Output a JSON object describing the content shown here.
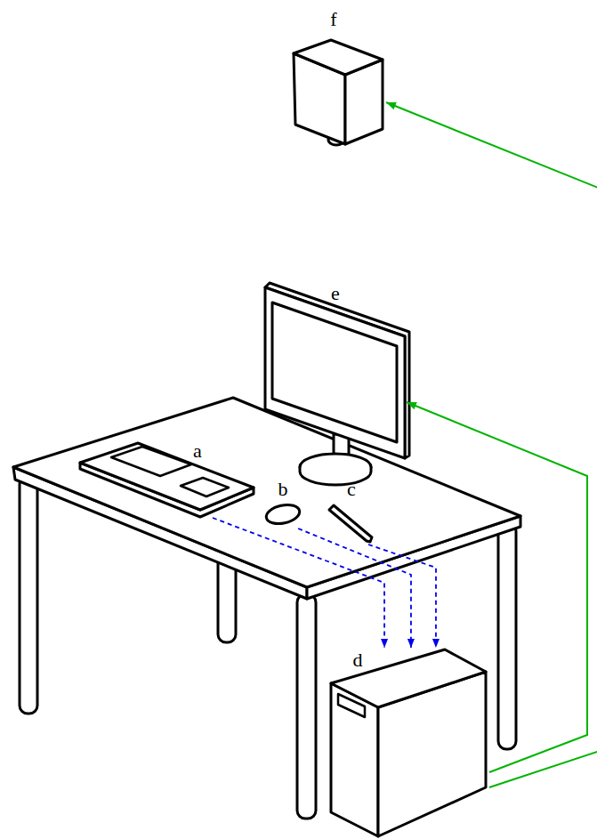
{
  "diagram": {
    "nodes": [
      {
        "text": [
          "f"
        ]
      },
      {
        "text": [
          "e"
        ]
      },
      {
        "text": [
          "a"
        ]
      },
      {
        "text": [
          "b"
        ]
      },
      {
        "text": [
          "c"
        ]
      },
      {
        "text": [
          "d"
        ]
      }
    ],
    "edges": [
      {
        "from": 2,
        "to": 5,
        "arrow": "to"
      },
      {
        "from": 3,
        "to": 5,
        "arrow": "to"
      },
      {
        "from": 4,
        "to": 5,
        "arrow": "to"
      },
      {
        "from": 5,
        "to": 1,
        "arrow": "to"
      },
      {
        "from": 5,
        "to": 0,
        "arrow": "to"
      }
    ]
  }
}
